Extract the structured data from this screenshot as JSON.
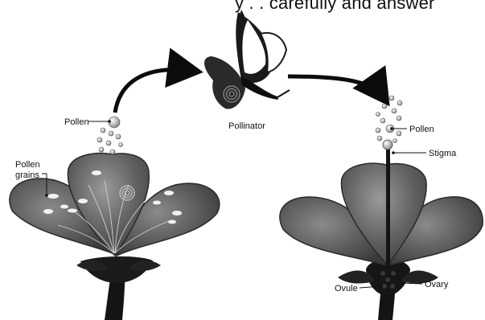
{
  "header_fragment": "y . . carefully and answer",
  "labels": {
    "pollen_left": "Pollen",
    "pollen_grains_line1": "Pollen",
    "pollen_grains_line2": "grains",
    "pollinator": "Pollinator",
    "pollen_right": "Pollen",
    "stigma": "Stigma",
    "ovule": "Ovule",
    "ovary": "Ovary"
  },
  "colors": {
    "petal": "#5a5a5a",
    "petal_light": "#9a9a9a",
    "stem": "#141414",
    "pollen": "#d8d8d8"
  }
}
